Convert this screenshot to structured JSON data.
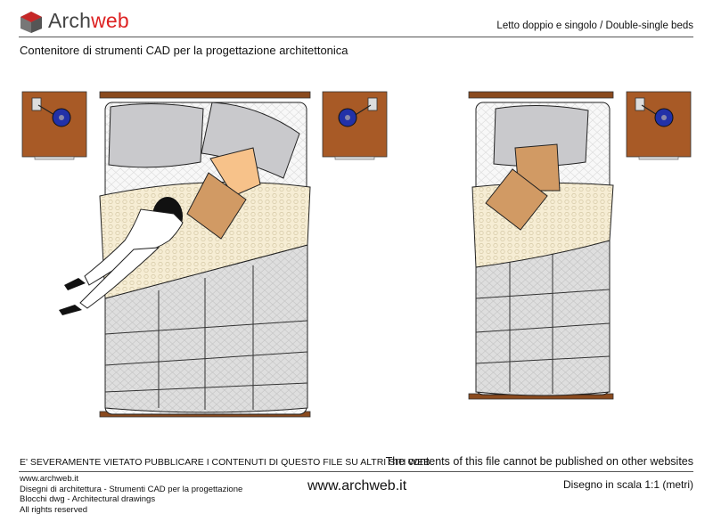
{
  "brand": {
    "name_prefix": "Arch",
    "name_suffix": "web"
  },
  "header": {
    "title": "Letto doppio e singolo  /  Double-single beds"
  },
  "subtitle": "Contenitore di strumenti CAD per la progettazione architettonica",
  "notice": {
    "it": "E' SEVERAMENTE VIETATO PUBBLICARE I CONTENUTI DI QUESTO FILE SU ALTRI SITI WEB",
    "en": "The contents of this file cannot be published on other websites"
  },
  "footer": {
    "lines": [
      "www.archweb.it",
      "Disegni di architettura - Strumenti CAD  per la progettazione",
      "Blocchi dwg - Architectural drawings",
      "All rights reserved"
    ],
    "url": "www.archweb.it",
    "scale": "Disegno in scala 1:1 (metri)"
  },
  "colors": {
    "wood": "#8a4a1e",
    "wood_light": "#a85a26",
    "lamp_blue": "#2231a8",
    "pillow": "#c9c9cc",
    "cushion_light": "#f7c28a",
    "cushion_dark": "#d19a64",
    "blanket": "#f6edd4",
    "quilt": "#dcdcdc",
    "logo_red": "#c62828"
  },
  "icons": [
    "archweb-logo-icon",
    "nightstand-lamp-icon",
    "bed-icon",
    "person-icon"
  ]
}
